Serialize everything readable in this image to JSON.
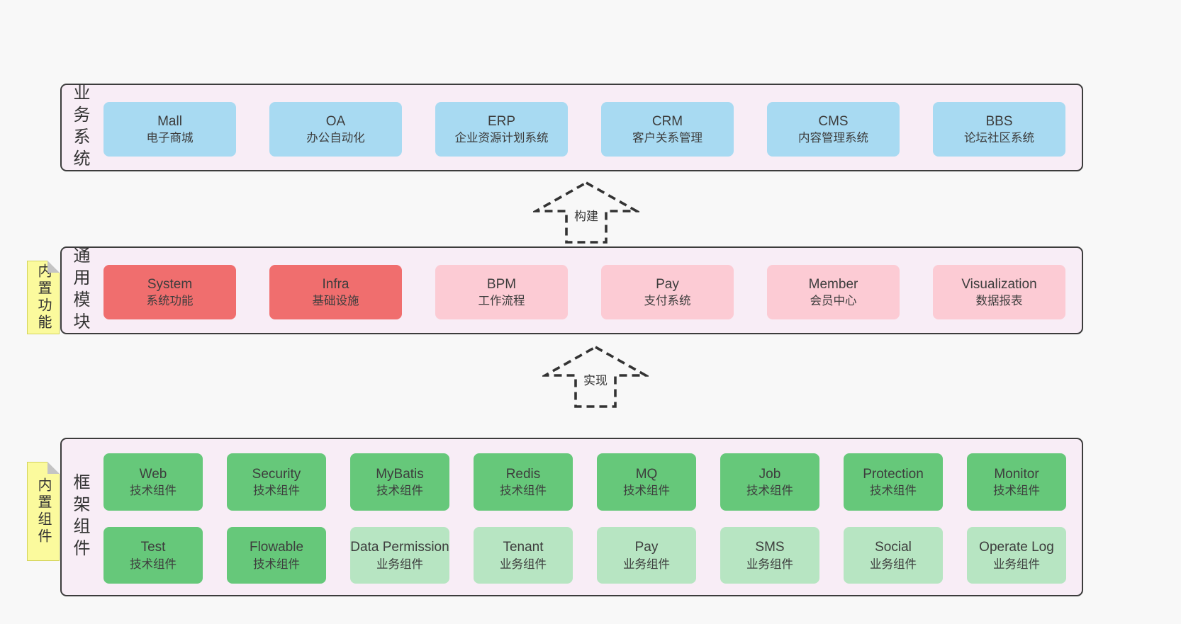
{
  "layers": {
    "business": {
      "label": "业务系统",
      "boxes": [
        {
          "title": "Mall",
          "subtitle": "电子商城"
        },
        {
          "title": "OA",
          "subtitle": "办公自动化"
        },
        {
          "title": "ERP",
          "subtitle": "企业资源计划系统"
        },
        {
          "title": "CRM",
          "subtitle": "客户关系管理"
        },
        {
          "title": "CMS",
          "subtitle": "内容管理系统"
        },
        {
          "title": "BBS",
          "subtitle": "论坛社区系统"
        }
      ]
    },
    "modules": {
      "label": "通用模块",
      "note": "内置功能",
      "boxes": [
        {
          "title": "System",
          "subtitle": "系统功能"
        },
        {
          "title": "Infra",
          "subtitle": "基础设施"
        },
        {
          "title": "BPM",
          "subtitle": "工作流程"
        },
        {
          "title": "Pay",
          "subtitle": "支付系统"
        },
        {
          "title": "Member",
          "subtitle": "会员中心"
        },
        {
          "title": "Visualization",
          "subtitle": "数据报表"
        }
      ]
    },
    "framework": {
      "label": "框架组件",
      "note": "内置组件",
      "row1": [
        {
          "title": "Web",
          "subtitle": "技术组件"
        },
        {
          "title": "Security",
          "subtitle": "技术组件"
        },
        {
          "title": "MyBatis",
          "subtitle": "技术组件"
        },
        {
          "title": "Redis",
          "subtitle": "技术组件"
        },
        {
          "title": "MQ",
          "subtitle": "技术组件"
        },
        {
          "title": "Job",
          "subtitle": "技术组件"
        },
        {
          "title": "Protection",
          "subtitle": "技术组件"
        },
        {
          "title": "Monitor",
          "subtitle": "技术组件"
        }
      ],
      "row2": [
        {
          "title": "Test",
          "subtitle": "技术组件"
        },
        {
          "title": "Flowable",
          "subtitle": "技术组件"
        },
        {
          "title": "Data Permission",
          "subtitle": "业务组件"
        },
        {
          "title": "Tenant",
          "subtitle": "业务组件"
        },
        {
          "title": "Pay",
          "subtitle": "业务组件"
        },
        {
          "title": "SMS",
          "subtitle": "业务组件"
        },
        {
          "title": "Social",
          "subtitle": "业务组件"
        },
        {
          "title": "Operate Log",
          "subtitle": "业务组件"
        }
      ]
    }
  },
  "arrows": [
    {
      "label": "构建"
    },
    {
      "label": "实现"
    }
  ],
  "colors": {
    "page_bg": "#f8f8f8",
    "band_bg": "#f8edf6",
    "band_border": "#3c3c3c",
    "blue": "#a8daf2",
    "red": "#f06e6e",
    "pink": "#fccbd4",
    "green": "#66c87a",
    "green_light": "#b7e5c2",
    "note_bg": "#fbfa9d",
    "note_border": "#d4d45c",
    "text": "#3d3d3d"
  }
}
